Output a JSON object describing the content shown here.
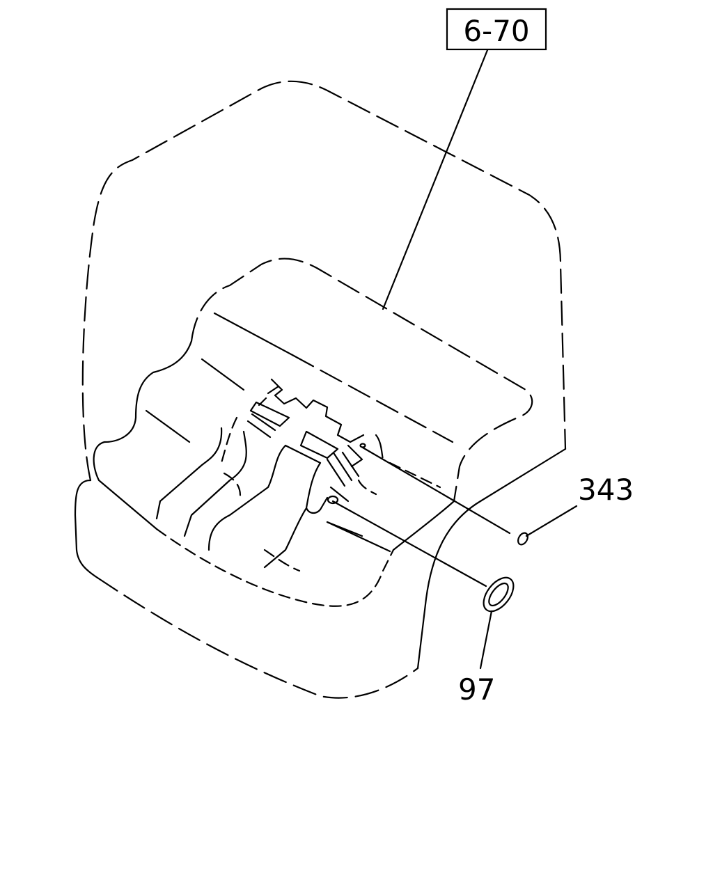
{
  "diagram": {
    "reference_label": "6-70",
    "callouts": [
      {
        "id": "343",
        "label": "343"
      },
      {
        "id": "97",
        "label": "97"
      }
    ]
  }
}
